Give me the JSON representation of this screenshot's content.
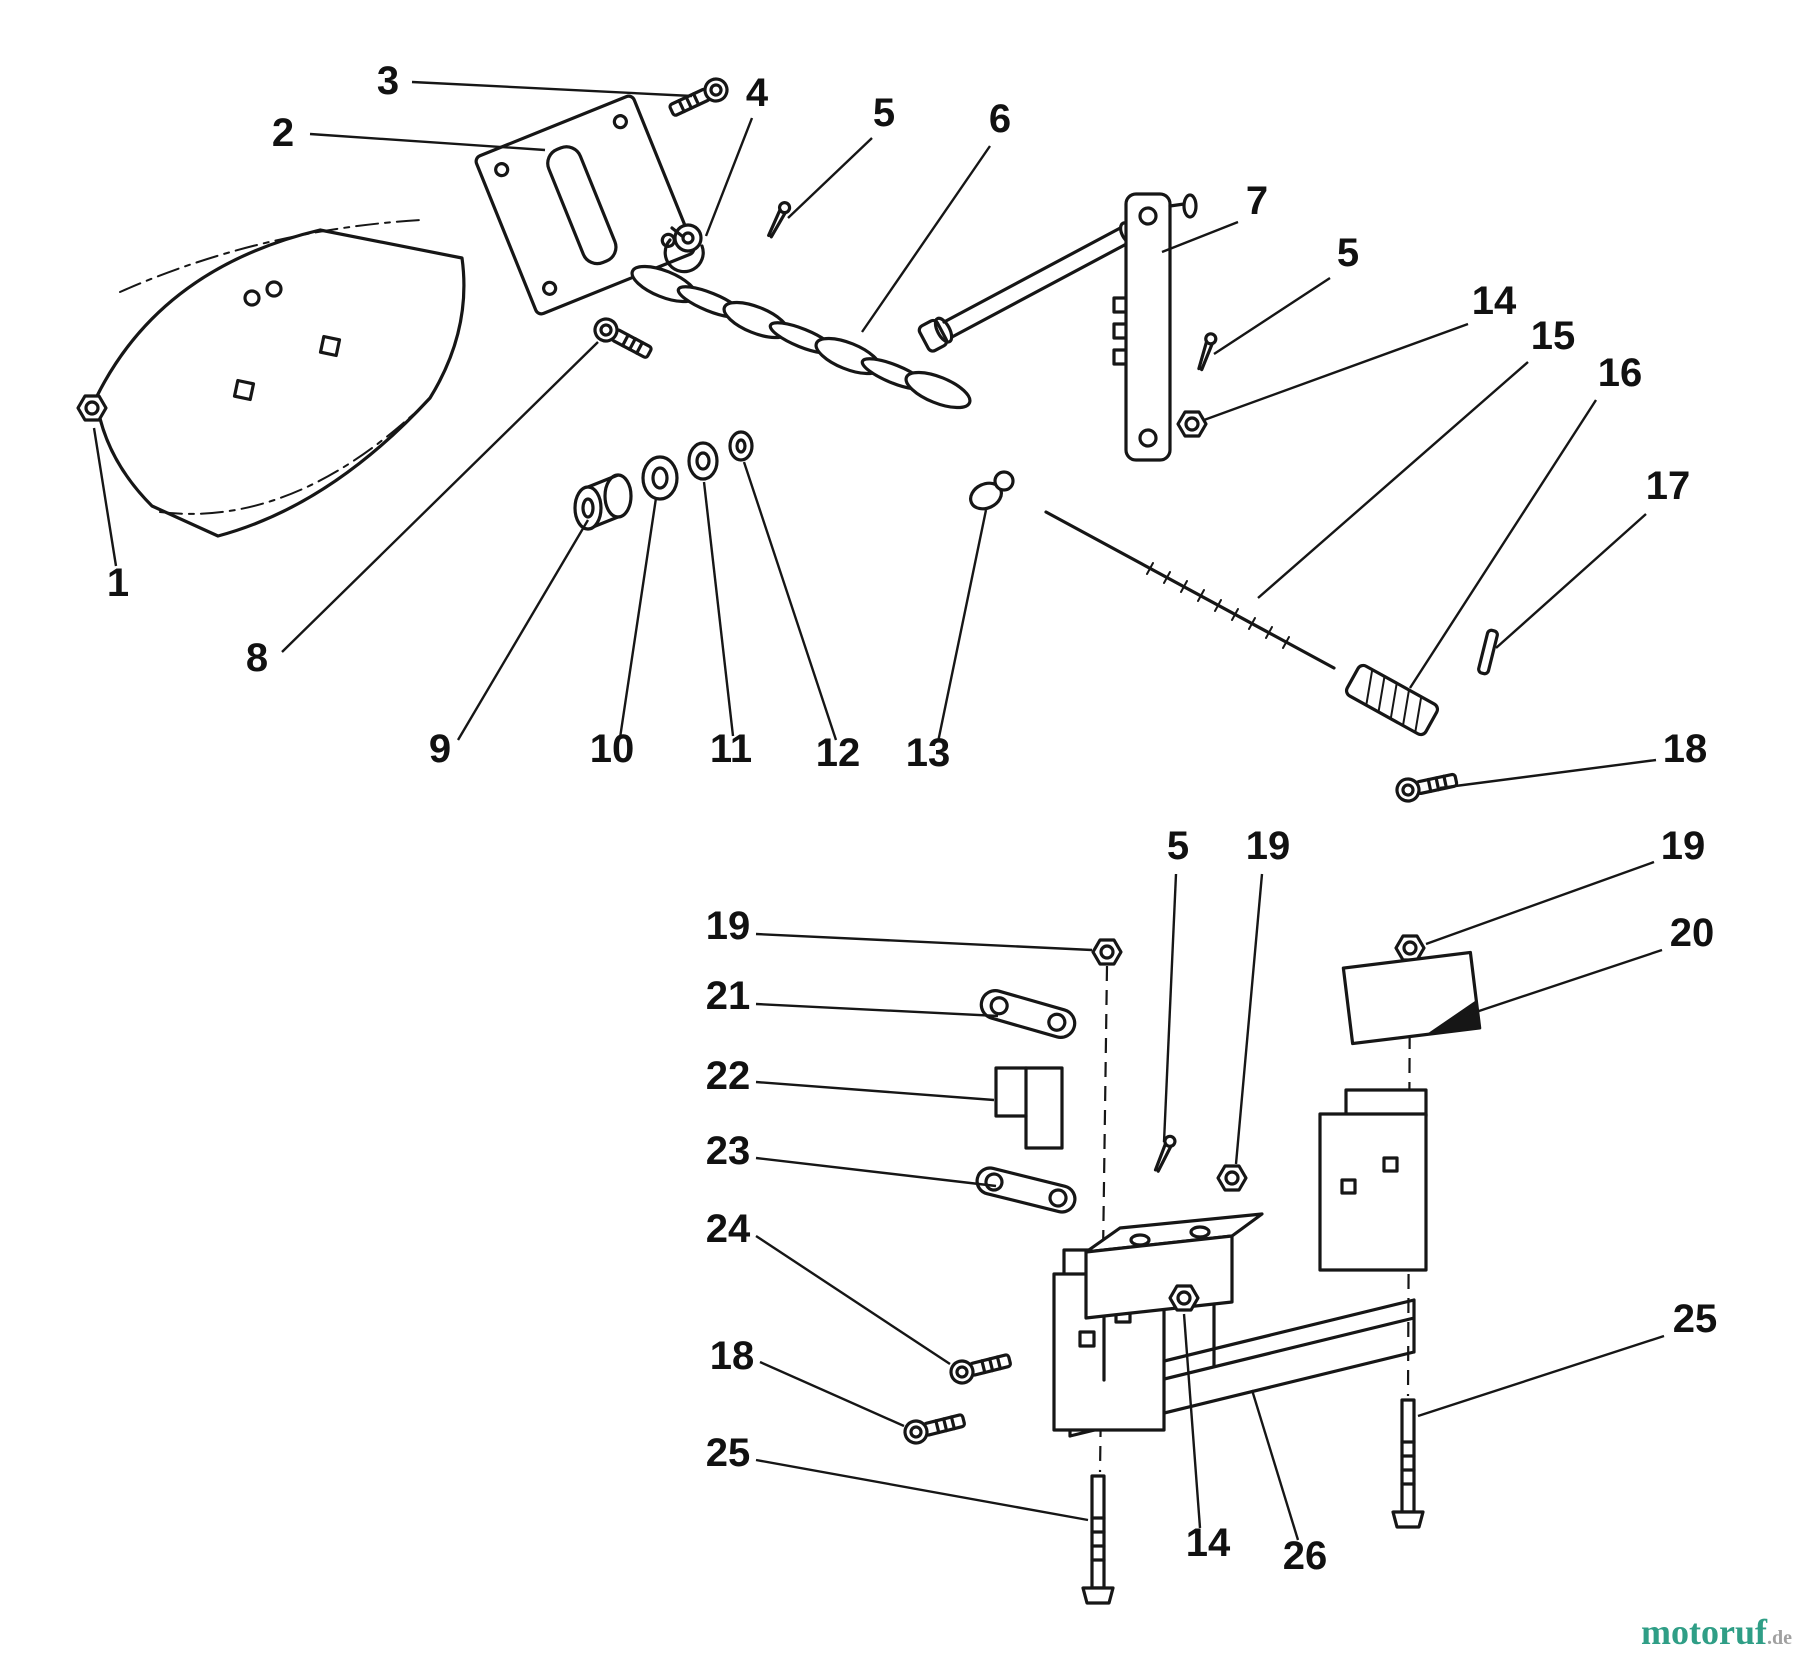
{
  "callouts": [
    "3",
    "2",
    "4",
    "5",
    "6",
    "7",
    "5",
    "14",
    "15",
    "16",
    "17",
    "1",
    "8",
    "9",
    "10",
    "11",
    "12",
    "13",
    "18",
    "19",
    "20",
    "5",
    "19",
    "19",
    "21",
    "22",
    "23",
    "24",
    "18",
    "25",
    "25",
    "14",
    "26"
  ],
  "watermark": {
    "brand": "motoruf",
    "tld": ".de"
  },
  "colors": {
    "watermark_brand": "#2f9e86",
    "watermark_tld": "#a0a0a0"
  }
}
